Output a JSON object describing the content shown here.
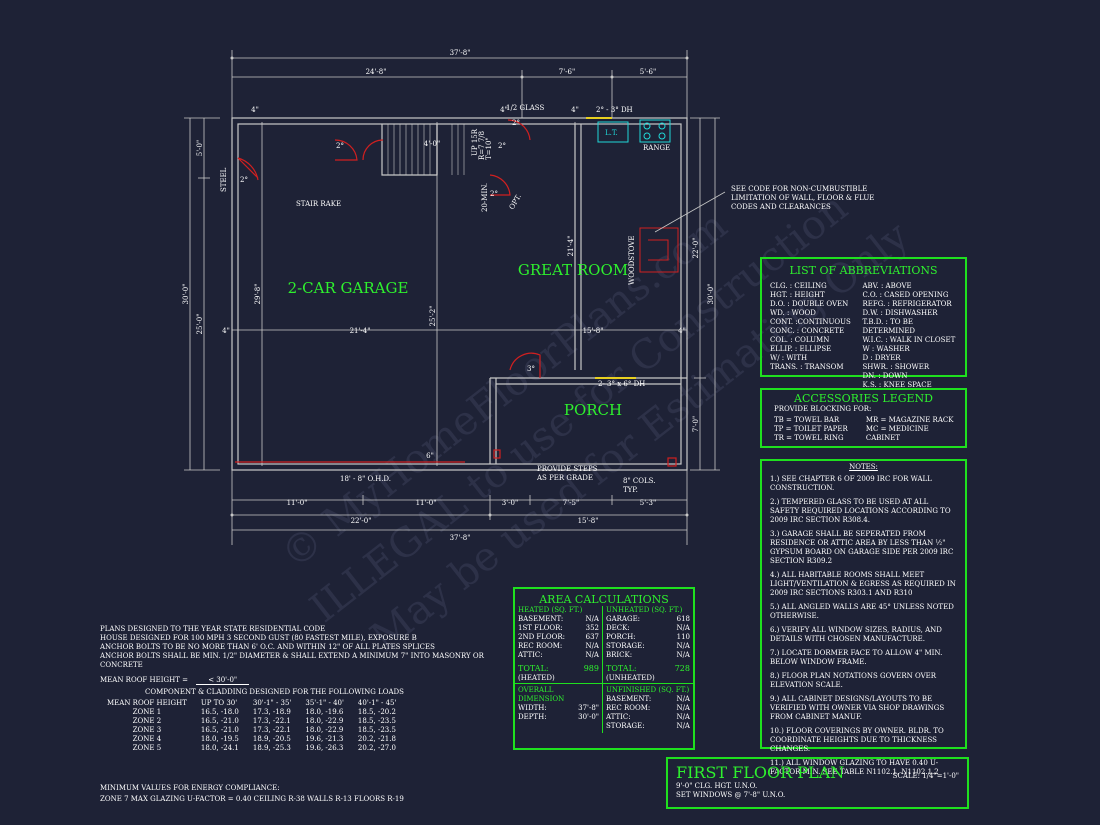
{
  "colors": {
    "background": "#1e2236",
    "wall": "#c8c8c8",
    "green": "#2ef02e",
    "box_border": "#1fe01f",
    "red": "#d02020",
    "yellow": "#e8d020",
    "cyan": "#20d8d8"
  },
  "dims": {
    "top_total": "37'-8\"",
    "top_left": "24'-8\"",
    "top_mid": "7'-6\"",
    "top_right": "5'-6\"",
    "bottom_1": "11'-0\"",
    "bottom_2": "11'-0\"",
    "bottom_3": "3'-0\"",
    "bottom_4": "7'-5\"",
    "bottom_5": "5'-3\"",
    "bottom_sub_left": "22'-0\"",
    "bottom_sub_right": "15'-8\"",
    "bottom_total": "37'-8\"",
    "left_total": "30'-0\"",
    "left_top": "5'-0\"",
    "left_main": "25'-0\"",
    "right_total": "30'-0\"",
    "right_upper": "22'-0\"",
    "right_lower": "7'-0\"",
    "garage_width": "21'-4\"",
    "garage_depth": "29'-8\"",
    "garage_left": "4\"",
    "center_25": "25'-2\"",
    "gr_depth": "21'-4\"",
    "gr_width": "15'-8\"",
    "right_4": "4\"",
    "porch_6": "6\"",
    "stair_4": "4'-0\"",
    "s4a": "4\"",
    "s4b": "4\"",
    "s4c": "4\""
  },
  "plan_labels": {
    "garage": "2-CAR GARAGE",
    "great_room": "GREAT ROOM",
    "porch": "PORCH",
    "woodstove": "WOODSTOVE",
    "half_glass": "1/2 GLASS",
    "dh_top": "2° - 3° DH",
    "lt": "L.T.",
    "range": "RANGE",
    "stair_rake": "STAIR RAKE",
    "steel": "STEEL",
    "min": "20-MIN.",
    "opt": "OPT.",
    "up": "UP 15R",
    "r_spec": "R=7 7/8",
    "t_spec": "T=10\"",
    "d2a": "2°",
    "d2b": "2°",
    "d2c": "2°",
    "d2d": "2°",
    "d2e": "2°",
    "d3": "3°",
    "dh_bottom": "2- 3° x 6° DH",
    "ohd": "18' - 8\" O.H.D.",
    "steps": "PROVIDE STEPS\nAS PER GRADE",
    "cols": "8\" COLS.\nTYP.",
    "code_note": "SEE CODE FOR NON-CUMBUSTIBLE\nLIMITATION OF WALL, FLOOR & FLUE\nCODES AND CLEARANCES"
  },
  "abbreviations": {
    "title": "LIST OF ABBREVIATIONS",
    "left": [
      "CLG. : CEILING",
      "HGT. : HEIGHT",
      "D.O. : DOUBLE OVEN",
      "WD. : WOOD",
      "CONT. :CONTINUOUS",
      "CONC. : CONCRETE",
      "COL. : COLUMN",
      "ELLIP. : ELLIPSE",
      "W/ : WITH",
      "TRANS. : TRANSOM"
    ],
    "right": [
      "ABV. : ABOVE",
      "C.O. : CASED OPENING",
      "REFG. : REFRIGERATOR",
      "D.W. : DISHWASHER",
      "T.B.D. : TO BE DETERMINED",
      "W.I.C. : WALK IN CLOSET",
      "W : WASHER",
      "D : DRYER",
      "SHWR. : SHOWER",
      "DN. : DOWN",
      "K.S. : KNEE SPACE"
    ]
  },
  "accessories": {
    "title": "ACCESSORIES LEGEND",
    "intro": "PROVIDE BLOCKING FOR:",
    "left": [
      "TB = TOWEL BAR",
      "TP = TOILET PAPER",
      "TR = TOWEL RING"
    ],
    "right": [
      "MR = MAGAZINE RACK",
      "MC = MEDICINE CABINET"
    ]
  },
  "notes": {
    "title": "NOTES:",
    "items": [
      "1.) SEE CHAPTER 6 OF 2009 IRC FOR WALL CONSTRUCTION.",
      "2.) TEMPERED GLASS TO BE USED AT ALL SAFETY REQUIRED LOCATIONS ACCORDING TO 2009 IRC SECTION R308.4.",
      "3.) GARAGE SHALL BE SEPERATED FROM RESIDENCE OR ATTIC AREA BY LESS THAN ½\" GYPSUM BOARD ON GARAGE SIDE PER 2009 IRC SECTION R309.2",
      "4.) ALL HABITABLE ROOMS SHALL MEET LIGHT/VENTILATION & EGRESS AS REQUIRED IN 2009 IRC SECTIONS R303.1 AND R310",
      "5.) ALL ANGLED WALLS ARE 45° UNLESS NOTED OTHERWISE.",
      "6.) VERIFY ALL WINDOW SIZES, RADIUS, AND DETAILS WITH CHOSEN MANUFACTURE.",
      "7.) LOCATE DORMER FACE TO ALLOW 4\" MIN. BELOW WINDOW FRAME.",
      "8.) FLOOR PLAN NOTATIONS GOVERN OVER ELEVATION SCALE.",
      "9.) ALL CABINET DESIGNS/LAYOUTS TO BE VERIFIED WITH OWNER VIA SHOP DRAWINGS FROM CABINET MANUF.",
      "10.) FLOOR COVERINGS BY OWNER. BLDR. TO COORDINATE HEIGHTS DUE TO THICKNESS CHANGES.",
      "11.) ALL WINDOW GLAZING TO HAVE 0.40 U-FACTOR MIN. SEE TABLE N1102.1, N1102.1.2"
    ]
  },
  "area": {
    "title": "AREA CALCULATIONS",
    "heated_title": "HEATED (SQ. FT.)",
    "heated": [
      [
        "BASEMENT:",
        "N/A"
      ],
      [
        "1ST FLOOR:",
        "352"
      ],
      [
        "2ND FLOOR:",
        "637"
      ],
      [
        "REC ROOM:",
        "N/A"
      ],
      [
        "ATTIC:",
        "N/A"
      ]
    ],
    "heated_total_label": "TOTAL:",
    "heated_total": "989",
    "heated_sub": "(HEATED)",
    "unheated_title": "UNHEATED (SQ. FT.)",
    "unheated": [
      [
        "GARAGE:",
        "618"
      ],
      [
        "DECK:",
        "N/A"
      ],
      [
        "PORCH:",
        "110"
      ],
      [
        "STORAGE:",
        "N/A"
      ],
      [
        "BRICK:",
        "N/A"
      ]
    ],
    "unheated_total_label": "TOTAL:",
    "unheated_total": "728",
    "unheated_sub": "(UNHEATED)",
    "overall_title": "OVERALL DIMENSION",
    "overall": [
      [
        "WIDTH:",
        "37'-8\""
      ],
      [
        "DEPTH:",
        "30'-0\""
      ]
    ],
    "unfinished_title": "UNFINISHED (SQ. FT.)",
    "unfinished": [
      [
        "BASEMENT:",
        "N/A"
      ],
      [
        "REC ROOM:",
        "N/A"
      ],
      [
        "ATTIC:",
        "N/A"
      ],
      [
        "STORAGE:",
        "N/A"
      ]
    ]
  },
  "title_block": {
    "title": "FIRST FLOOR PLAN",
    "scale": "SCALE: 1/4\"=1'-0\"",
    "line1": "9'-0\" CLG. HGT. U.N.O.",
    "line2": "SET WINDOWS @ 7'-8\" U.N.O."
  },
  "general_notes": [
    "PLANS DESIGNED TO THE YEAR STATE RESIDENTIAL CODE",
    "HOUSE DESIGNED FOR 100 MPH 3 SECOND GUST (80 FASTEST MILE), EXPOSURE B",
    "ANCHOR BOLTS TO BE NO MORE THAN 6' O.C. AND WITHIN 12\" OF ALL PLATES SPLICES",
    "ANCHOR BOLTS SHALL BE MIN. 1/2\" DIAMETER & SHALL EXTEND A MINIMUM 7\" INTO MASONRY OR CONCRETE"
  ],
  "roof": {
    "mean_label": "MEAN ROOF HEIGHT =",
    "mean_value": "< 30'-0\"",
    "heading": "COMPONENT & CLADDING DESIGNED FOR THE FOLLOWING LOADS",
    "header": [
      "MEAN ROOF HEIGHT",
      "UP TO 30'",
      "30'-1\" - 35'",
      "35'-1\" - 40'",
      "40'-1\" - 45'"
    ],
    "rows": [
      [
        "ZONE 1",
        "16.5, -18.0",
        "17.3, -18.9",
        "18.0, -19.6",
        "18.5, -20.2"
      ],
      [
        "ZONE 2",
        "16.5, -21.0",
        "17.3, -22.1",
        "18.0, -22.9",
        "18.5, -23.5"
      ],
      [
        "ZONE 3",
        "16.5, -21.0",
        "17.3, -22.1",
        "18.0, -22.9",
        "18.5, -23.5"
      ],
      [
        "ZONE 4",
        "18.0, -19.5",
        "18.9, -20.5",
        "19.6, -21.3",
        "20.2, -21.8"
      ],
      [
        "ZONE 5",
        "18.0, -24.1",
        "18.9, -25.3",
        "19.6, -26.3",
        "20.2, -27.0"
      ]
    ]
  },
  "energy": {
    "line1": "MINIMUM VALUES FOR ENERGY COMPLIANCE:",
    "line2": "ZONE 7   MAX GLAZING U-FACTOR = 0.40   CEILING R-38   WALLS R-13   FLOORS R-19"
  },
  "watermark": {
    "line1": "© MyHomeFloorPlans.com",
    "line2": "ILLEGAL to use for Construction",
    "line3": "May be used for Estimating Only"
  }
}
